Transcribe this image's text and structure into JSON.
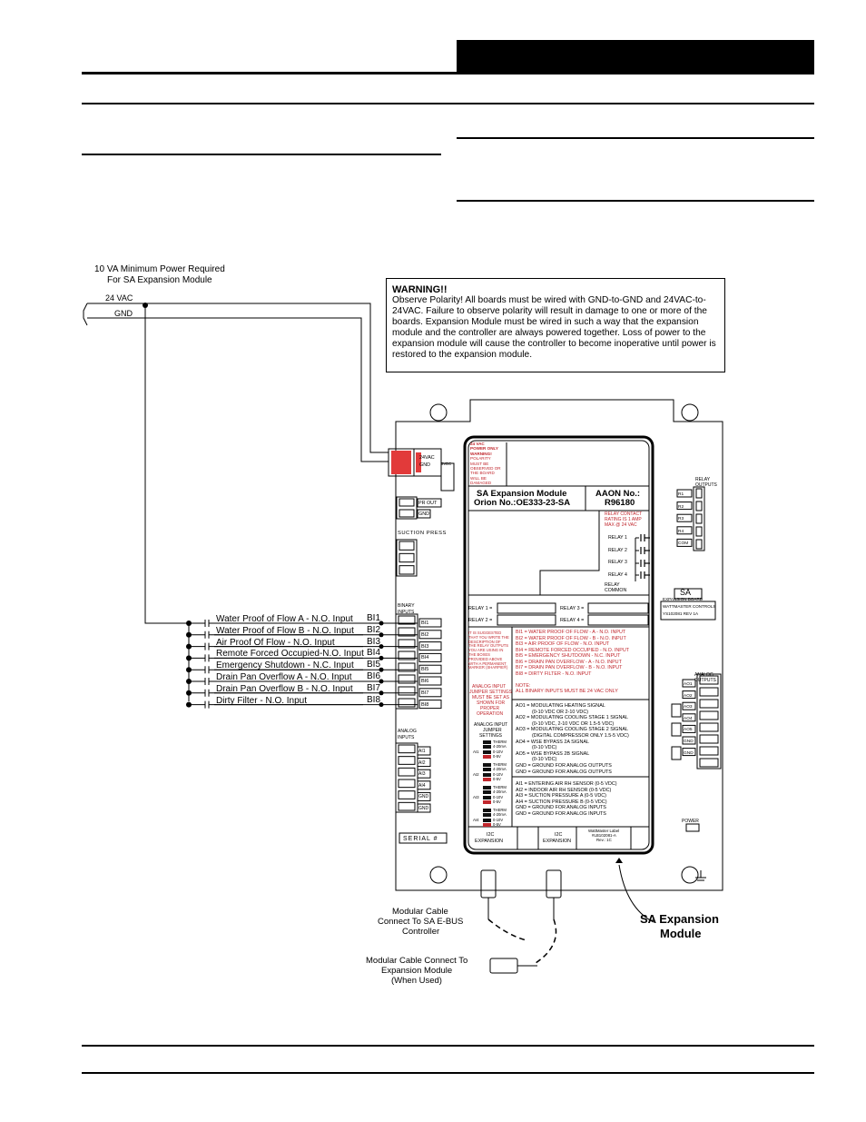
{
  "power": {
    "note_line1": "10 VA Minimum Power Required",
    "note_line2": "For SA Expansion Module",
    "v24": "24 VAC",
    "gnd": "GND"
  },
  "warning": {
    "title": "WARNING!!",
    "text": "Observe Polarity! All boards must be wired with GND-to-GND and 24VAC-to-24VAC. Failure to observe polarity will result in damage to one or more of the boards. Expansion Module must be wired in such a way that the expansion module and the controller are always powered together. Loss of power to the expansion module will cause the controller to become inoperative until power is restored to the expansion module."
  },
  "inputs": [
    {
      "label": "Water Proof of Flow A - N.O. Input",
      "tag": "BI1"
    },
    {
      "label": "Water Proof of Flow B - N.O. Input",
      "tag": "BI2"
    },
    {
      "label": "Air Proof Of Flow - N.O. Input",
      "tag": "BI3"
    },
    {
      "label": "Remote Forced Occupied-N.O. Input",
      "tag": "BI4"
    },
    {
      "label": "Emergency Shutdown - N.C. Input",
      "tag": "BI5"
    },
    {
      "label": "Drain Pan Overflow A - N.O. Input",
      "tag": "BI6"
    },
    {
      "label": "Drain Pan Overflow B - N.O. Input",
      "tag": "BI7"
    },
    {
      "label": "Dirty Filter - N.O. Input",
      "tag": "BI8"
    }
  ],
  "board": {
    "title1": "SA Expansion Module",
    "title2": "Orion No.:OE333-23-SA",
    "aaon1": "AAON No.:",
    "aaon2": "R96180",
    "power_warn": [
      "24 VAC",
      "POWER ONLY",
      "WARNING!",
      "POLARITY",
      "MUST BE",
      "OBSERVED OR",
      "THE BOARD",
      "WILL BE",
      "DAMAGED"
    ],
    "relay_rating": [
      "RELAY CONTACT",
      "RATING IS 1 AMP",
      "MAX @ 24 VAC"
    ],
    "relays": [
      "RELAY 1",
      "RELAY 2",
      "RELAY 3",
      "RELAY 4"
    ],
    "relay_common": [
      "RELAY",
      "COMMON"
    ],
    "relay_fields": [
      "RELAY 1 =",
      "RELAY 2 =",
      "RELAY 3 =",
      "RELAY 4 ="
    ],
    "suggest_note": [
      "IT IS SUGGESTED",
      "THAT YOU WRITE THE",
      "DESCRIPTION OF",
      "THE RELAY OUTPUTS",
      "YOU ARE USING IN",
      "THE BOXES",
      "PROVIDED ABOVE",
      "WITH A PERMANENT",
      "MARKER (SHARPIE®)"
    ],
    "bi_list": [
      "BI1 = WATER PROOF OF FLOW - A - N.O. INPUT",
      "BI2 = WATER PROOF OF FLOW - B - N.O. INPUT",
      "BI3 = AIR PROOF OF FLOW - N.O. INPUT",
      "BI4 = REMOTE FORCED OCCUPIED - N.O. INPUT",
      "BI5 = EMERGENCY SHUTDOWN - N.C. INPUT",
      "BI6 = DRAIN PAN OVERFLOW - A - N.O. INPUT",
      "BI7 = DRAIN PAN OVERFLOW - B - N.O. INPUT",
      "BI8 = DIRTY FILTER - N.O. INPUT"
    ],
    "bi_note": [
      "NOTE:",
      "ALL BINARY INPUTS MUST BE 24 VAC ONLY"
    ],
    "jumper_note": [
      "ANALOG INPUT",
      "JUMPER SETTINGS",
      "MUST BE SET AS",
      "SHOWN FOR",
      "PROPER",
      "OPERATION"
    ],
    "jumper_label": [
      "ANALOG INPUT",
      "JUMPER",
      "SETTINGS"
    ],
    "jumper_opts": [
      "THERM",
      "4-20mA",
      "0-10V",
      "0-5V"
    ],
    "ai_tags": [
      "AI1",
      "AI2",
      "AI3",
      "AI4"
    ],
    "ao_list": [
      "AO1 = MODULATING HEATING SIGNAL",
      "(0-10 VDC OR 2-10 VDC)",
      "AO2 = MODULATING COOLING STAGE 1 SIGNAL",
      "(0-10 VDC, 2-10 VDC OR 1.5-5 VDC)",
      "AO3 = MODULATING COOLING STAGE 2 SIGNAL",
      "(DIGITAL COMPRESSOR ONLY 1.5-5 VDC)",
      "AO4 = WSE BYPASS 2A SIGNAL",
      "(0-10 VDC)",
      "AO5 = WSE BYPASS 2B SIGNAL",
      "(0-10 VDC)",
      "GND = GROUND FOR ANALOG OUTPUTS",
      "GND = GROUND FOR ANALOG OUTPUTS"
    ],
    "ai_list": [
      "AI1 = ENTERING AIR RH SENSOR (0-5 VDC)",
      "AI2 = INDOOR AIR RH SENSOR (0-5 VDC)",
      "AI3 = SUCTION PRESSURE A (0-5 VDC)",
      "AI4 = SUCTION PRESSURE B (0-5 VDC)",
      "GND = GROUND FOR ANALOG INPUTS",
      "GND = GROUND FOR ANALOG INPUTS"
    ],
    "i2c": [
      "I2C",
      "EXPANSION"
    ],
    "label_info": [
      "WattMaster Label",
      "#LB102081-A",
      "Rev.: 1C"
    ],
    "t_24vac": "24VAC",
    "t_gnd": "GND",
    "t_vdc": "5VDC",
    "t_pr_out": "PR OUT",
    "suction_press": "SUCTION PRESS",
    "binary_inputs": [
      "BINARY",
      "INPUTS"
    ],
    "analog_inputs": [
      "ANALOG",
      "INPUTS"
    ],
    "serial": "SERIAL #",
    "relay_outputs": [
      "RELAY",
      "OUTPUTS"
    ],
    "sa_badge": "SA",
    "expansion_board": [
      "EXPANSION BOARD",
      "WATTMASTER CONTROLS",
      "YS102081  REV 1A"
    ],
    "analog_outputs": [
      "ANALOG",
      "OUTPUTS"
    ],
    "power_led": "POWER",
    "bi_terms": [
      "BI1",
      "BI2",
      "BI3",
      "BI4",
      "BI5",
      "BI6",
      "BI7",
      "BI8"
    ],
    "ai_terms": [
      "AI1",
      "AI2",
      "AI3",
      "AI4",
      "GND",
      "GND"
    ],
    "ao_terms": [
      "AO1",
      "AO2",
      "AO3",
      "AO4",
      "AO5",
      "GND",
      "GND"
    ],
    "rly_terms": [
      "R1",
      "R2",
      "R3",
      "R4",
      "COM"
    ]
  },
  "callouts": {
    "cable1": [
      "Modular Cable",
      "Connect To SA E-BUS",
      "Controller"
    ],
    "cable2": [
      "Modular Cable Connect To",
      "Expansion Module",
      "(When Used)"
    ],
    "module": [
      "SA Expansion",
      "Module"
    ]
  }
}
